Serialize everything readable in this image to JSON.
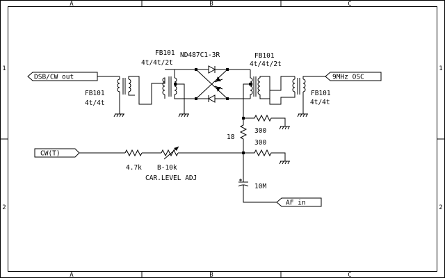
{
  "frame": {
    "columns": [
      "A",
      "B",
      "C"
    ],
    "rows": [
      "1",
      "2"
    ]
  },
  "ports": {
    "dsb_cw_out": "DSB/CW out",
    "osc_9mhz": "9MHz OSC",
    "cw_t": "CW(T)",
    "af_in": "AF in"
  },
  "components": {
    "fb101_left_small": {
      "name": "FB101",
      "turns": "4t/4t"
    },
    "fb101_left_big": {
      "name": "FB101",
      "turns": "4t/4t/2t"
    },
    "diode_ring": {
      "name": "ND487C1-3R"
    },
    "fb101_right_big": {
      "name": "FB101",
      "turns": "4t/4t/2t"
    },
    "fb101_right_small": {
      "name": "FB101",
      "turns": "4t/4t"
    },
    "r18": "18",
    "r300_top": "300",
    "r300_bottom": "300",
    "r4k7": "4.7k",
    "vr_b10k": "B-10k",
    "car_level": "CAR.LEVEL ADJ",
    "cap_10m": "10M"
  }
}
